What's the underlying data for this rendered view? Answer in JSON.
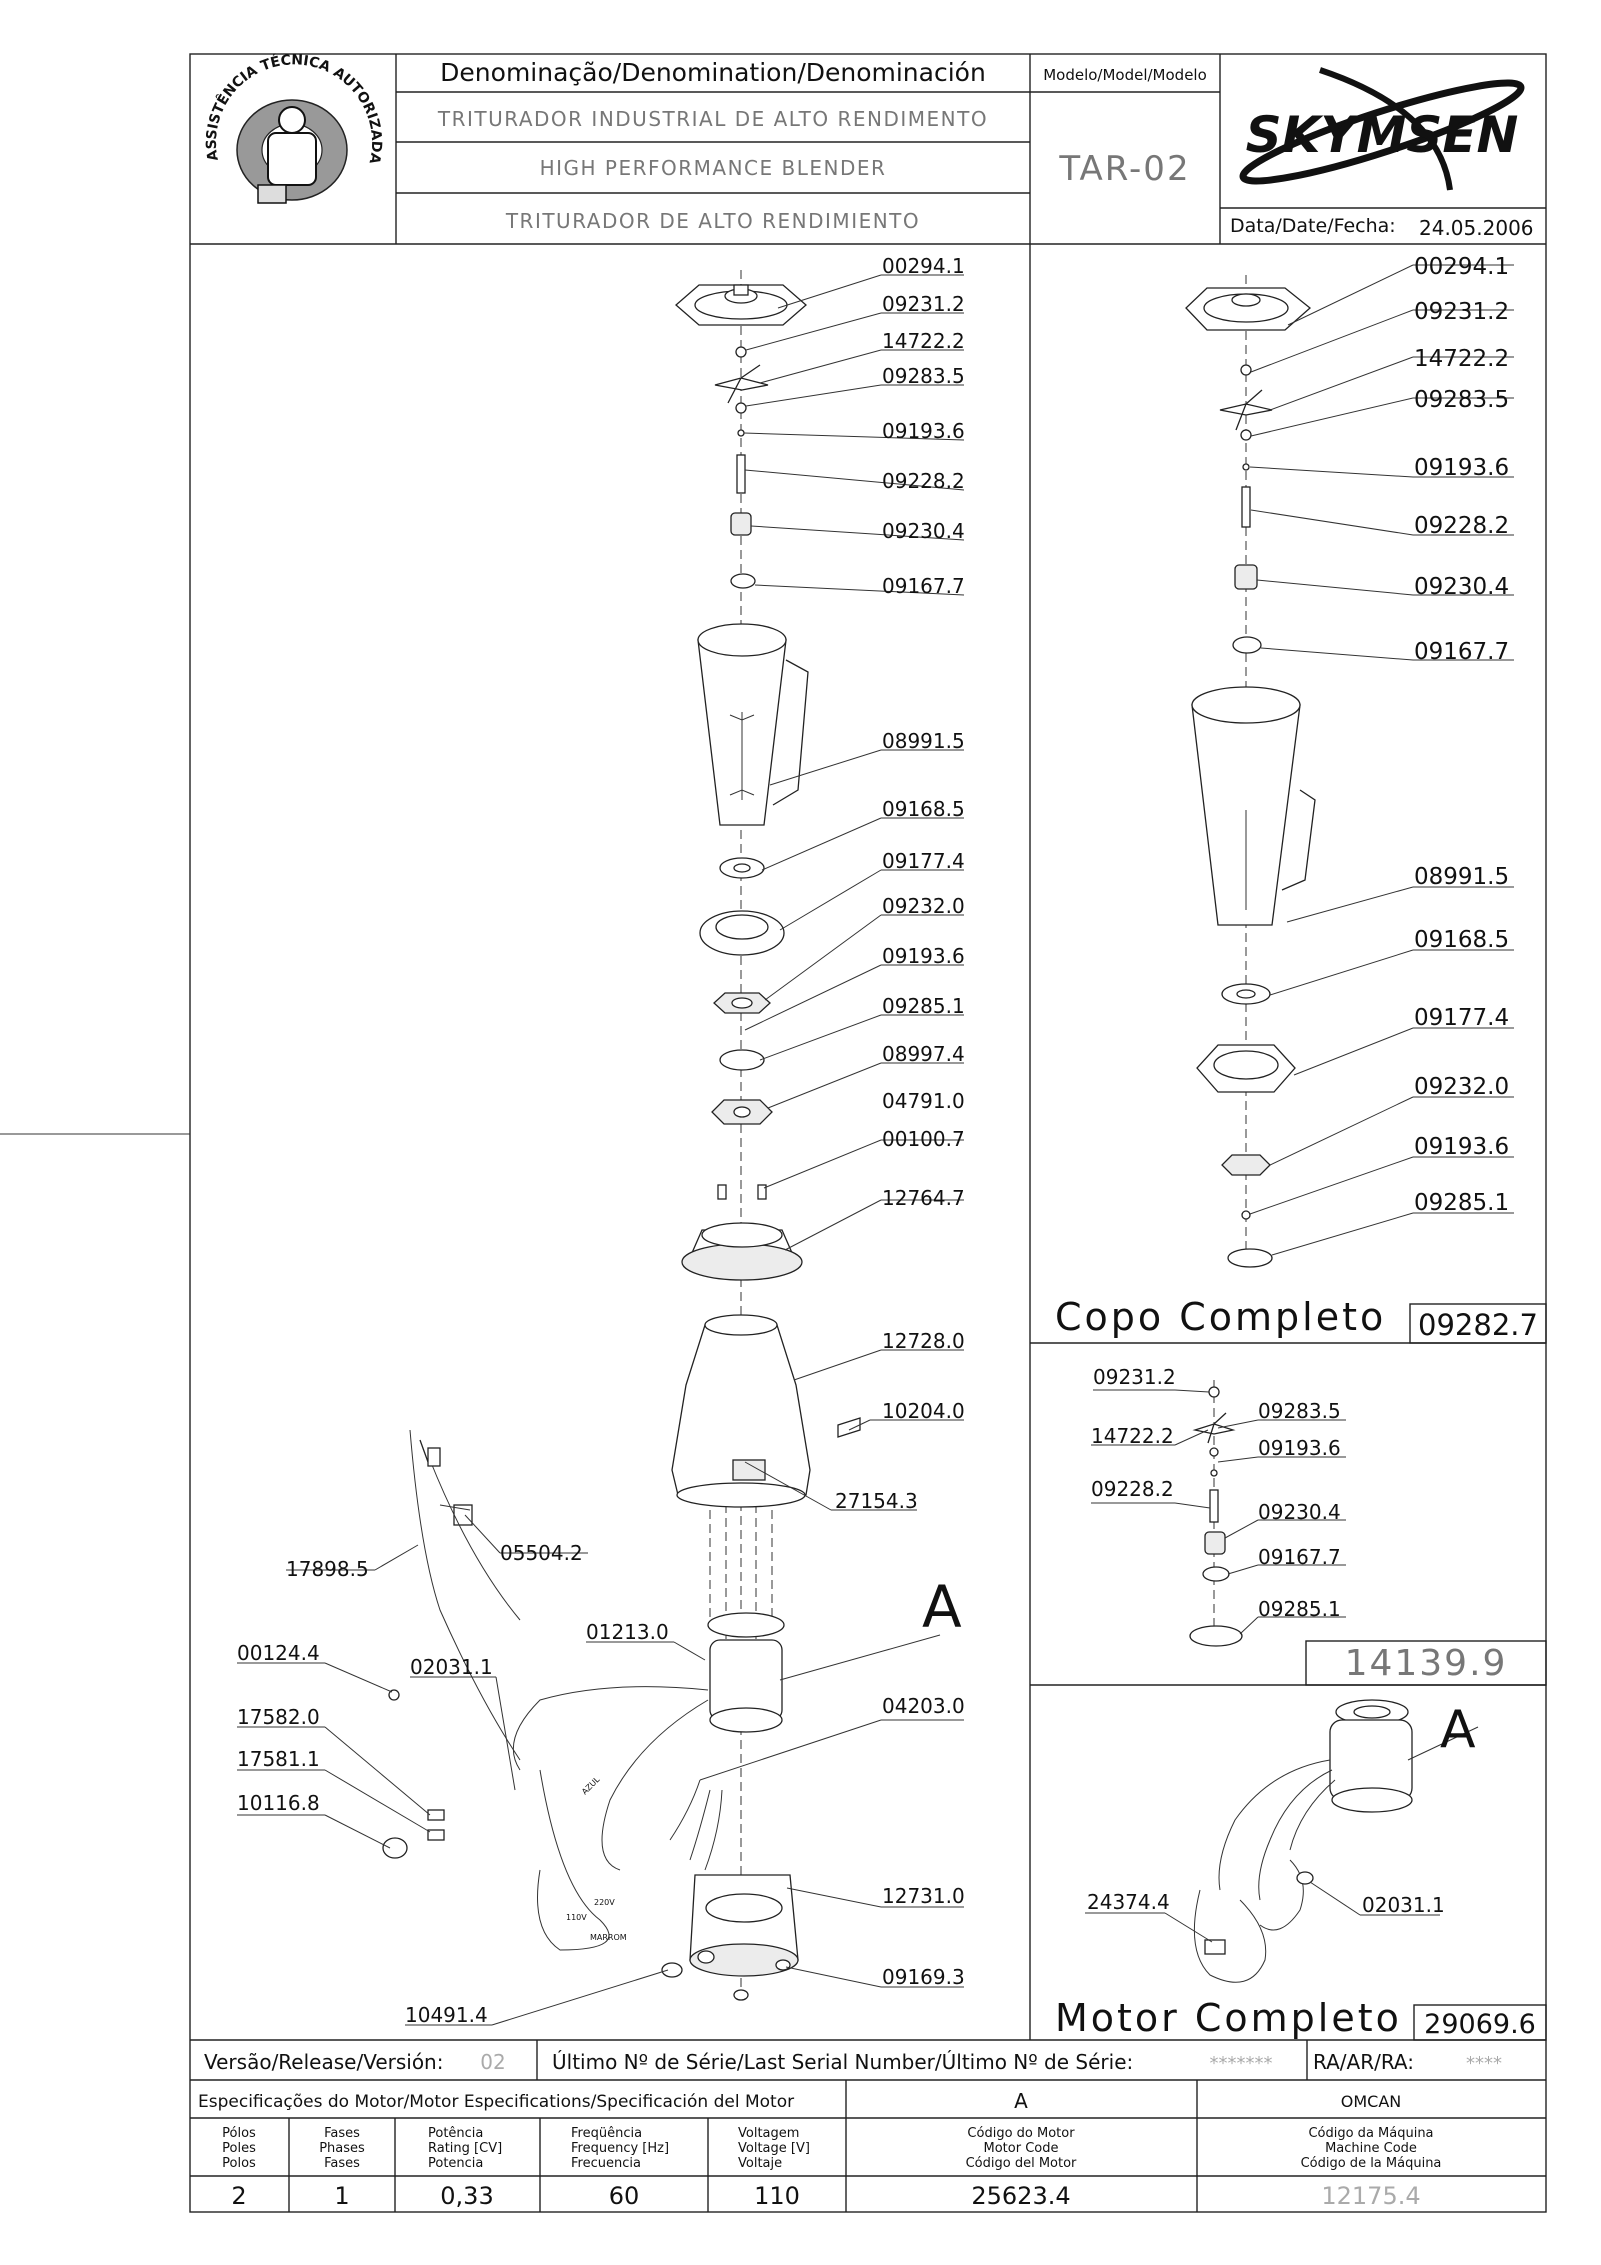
{
  "header": {
    "denomination_title": "Denominação/Denomination/Denominación",
    "name_pt": "TRITURADOR INDUSTRIAL DE ALTO RENDIMENTO",
    "name_en": "HIGH PERFORMANCE BLENDER",
    "name_es": "TRITURADOR DE ALTO RENDIMIENTO",
    "model_title": "Modelo/Model/Modelo",
    "model_value": "TAR-02",
    "date_label": "Data/Date/Fecha:",
    "date_value": "24.05.2006",
    "brand": "SKYMSEN",
    "seal_text": "ASSISTÊNCIA TÉCNICA AUTORIZADA"
  },
  "main_labels": [
    "00294.1",
    "09231.2",
    "14722.2",
    "09283.5",
    "09193.6",
    "09228.2",
    "09230.4",
    "09167.7",
    "08991.5",
    "09168.5",
    "09177.4",
    "09232.0",
    "09193.6",
    "09285.1",
    "08997.4",
    "04791.0",
    "00100.7",
    "12764.7",
    "12728.0",
    "10204.0",
    "27154.3",
    "05504.2",
    "17898.5",
    "01213.0",
    "A",
    "00124.4",
    "02031.1",
    "04203.0",
    "17582.0",
    "17581.1",
    "10116.8",
    "12731.0",
    "09169.3",
    "10491.4"
  ],
  "copo": {
    "labels": [
      "00294.1",
      "09231.2",
      "14722.2",
      "09283.5",
      "09193.6",
      "09228.2",
      "09230.4",
      "09167.7",
      "08991.5",
      "09168.5",
      "09177.4",
      "09232.0",
      "09193.6",
      "09285.1"
    ],
    "title": "Copo  Completo",
    "code": "09282.7"
  },
  "blade": {
    "labels": [
      "09231.2",
      "09283.5",
      "14722.2",
      "09193.6",
      "09228.2",
      "09230.4",
      "09167.7",
      "09285.1"
    ],
    "code": "14139.9"
  },
  "motor": {
    "labels": [
      "A",
      "24374.4",
      "02031.1"
    ],
    "title": "Motor  Completo",
    "code": "29069.6"
  },
  "footer": {
    "version_label": "Versão/Release/Versión:",
    "version_value": "02",
    "serial_label": "Último Nº de Série/Last Serial Number/Último Nº de Série:",
    "serial_value": "*******",
    "ra_label": "RA/AR/RA:",
    "ra_value": "****",
    "spec_title": "Especificações do Motor/Motor Especifications/Specificación del Motor",
    "spec_motor_letter": "A",
    "spec_machine_name": "OMCAN",
    "columns": [
      {
        "lines": [
          "Pólos",
          "Poles",
          "Polos"
        ],
        "value": "2"
      },
      {
        "lines": [
          "Fases",
          "Phases",
          "Fases"
        ],
        "value": "1"
      },
      {
        "lines": [
          "Potência",
          "Rating [CV]",
          "Potencia"
        ],
        "value": "0,33"
      },
      {
        "lines": [
          "Freqüência",
          "Frequency [Hz]",
          "Frecuencia"
        ],
        "value": "60"
      },
      {
        "lines": [
          "Voltagem",
          "Voltage [V]",
          "Voltaje"
        ],
        "value": "110"
      },
      {
        "lines": [
          "Código do Motor",
          "Motor Code",
          "Código del Motor"
        ],
        "value": "25623.4"
      },
      {
        "lines": [
          "Código da Máquina",
          "Machine Code",
          "Código de la Máquina"
        ],
        "value": "12175.4"
      }
    ]
  },
  "wire_labels": [
    "MARROM",
    "AZUL",
    "110V",
    "220V"
  ]
}
